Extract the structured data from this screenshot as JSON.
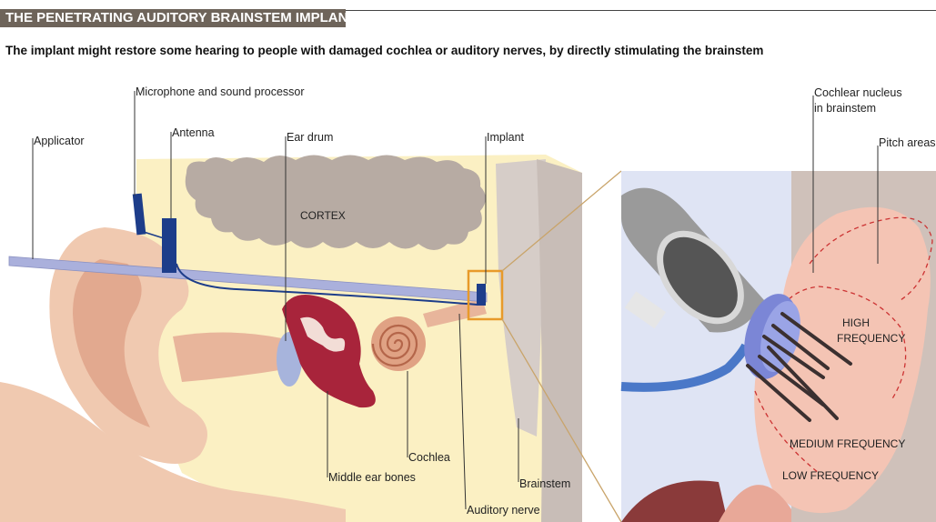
{
  "header": {
    "title": "THE PENETRATING AUDITORY BRAINSTEM IMPLANT",
    "subtitle": "The implant might restore some hearing to people with damaged cochlea or auditory nerves, by directly stimulating the brainstem"
  },
  "labels": {
    "applicator": "Applicator",
    "microphone": "Microphone and sound processor",
    "antenna": "Antenna",
    "ear_drum": "Ear drum",
    "implant": "Implant",
    "cortex": "CORTEX",
    "middle_ear_bones": "Middle ear bones",
    "cochlea": "Cochlea",
    "brainstem": "Brainstem",
    "auditory_nerve": "Auditory nerve",
    "cochlear_nucleus_line1": "Cochlear nucleus",
    "cochlear_nucleus_line2": "in brainstem",
    "pitch_areas": "Pitch areas",
    "high_line1": "HIGH",
    "high_line2": "FREQUENCY",
    "medium_frequency": "MEDIUM FREQUENCY",
    "low_frequency": "LOW FREQUENCY"
  },
  "colors": {
    "title_bg": "#6e645a",
    "skin": "#f0c9b0",
    "skin_dark": "#e2a98f",
    "brain": "#b7aba3",
    "bone": "#fbf0c3",
    "middle_ear": "#a8243b",
    "cochlea": "#dd9c7d",
    "brainstem": "#d6cdc8",
    "callout": "#e89a2a",
    "applicator": "#aab0dc",
    "wire": "#1d3d8a",
    "electrode": "#3b3030",
    "nucleus": "#f4c4b4"
  }
}
